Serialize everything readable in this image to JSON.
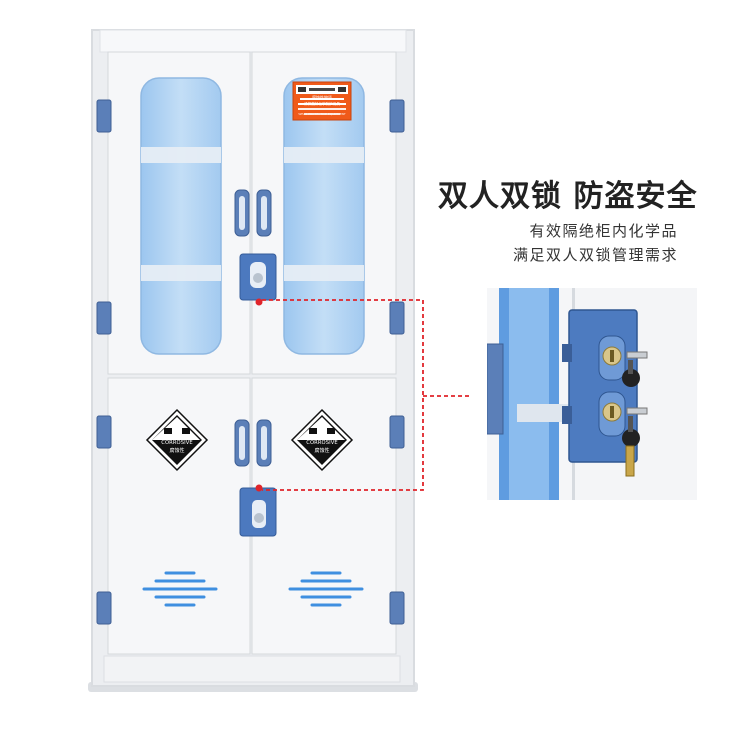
{
  "heading": {
    "title": "双人双锁 防盗安全",
    "line1": "有效隔绝柜内化学品",
    "line2": "满足双人双锁管理需求"
  },
  "cabinet": {
    "upper_left_label": {
      "en": "CORROSIVE",
      "zh": "腐蚀性"
    },
    "upper_right_label": {
      "en": "CORROSIVE",
      "zh": "腐蚀性"
    },
    "warning_sign": {
      "title": "腐蚀性物质",
      "line1": "请佩戴好化学防护用具",
      "line2": "WEAR PROTECTIVE EQUIPMENT"
    }
  },
  "colors": {
    "cabinet_body": "#f4f5f7",
    "accent_blue": "#4d8fd6",
    "hinge_blue": "#5b7fb8",
    "glass_blue": "#a9cdf0",
    "warning_orange": "#f05a1a",
    "dashed_red": "#e0242a"
  },
  "icons": [
    "corrosive-hazard-icon",
    "lock-icon",
    "key-icon",
    "warning-sign-icon"
  ]
}
